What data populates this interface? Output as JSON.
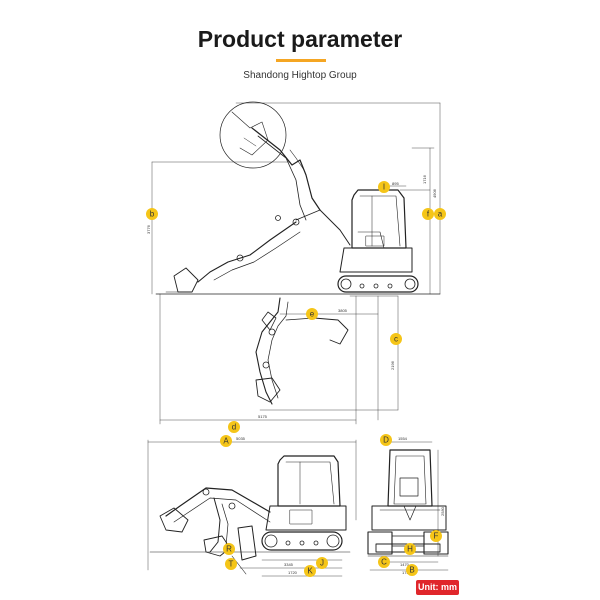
{
  "header": {
    "title": "Product parameter",
    "subtitle": "Shandong Hightop Group"
  },
  "markers": {
    "a": "a",
    "b": "b",
    "c": "c",
    "d": "d",
    "e": "e",
    "f": "f",
    "i": "I",
    "A": "A",
    "B": "B",
    "C": "C",
    "D": "D",
    "F": "F",
    "H": "H",
    "J": "J",
    "K": "K",
    "R": "R",
    "T": "T"
  },
  "dimensions": {
    "i": "895",
    "f": "1716",
    "a": "4906",
    "b": "3776",
    "e": "3805",
    "c": "2196",
    "d": "5175",
    "A": "5035",
    "D": "1554",
    "E": "2580",
    "J": "3345",
    "K": "1720",
    "B": "1750",
    "C": "1470"
  },
  "footer": {
    "unit": "Unit: mm"
  },
  "colors": {
    "marker": "#f5c518",
    "accent": "#f5a623",
    "unit_badge": "#e0262b"
  }
}
